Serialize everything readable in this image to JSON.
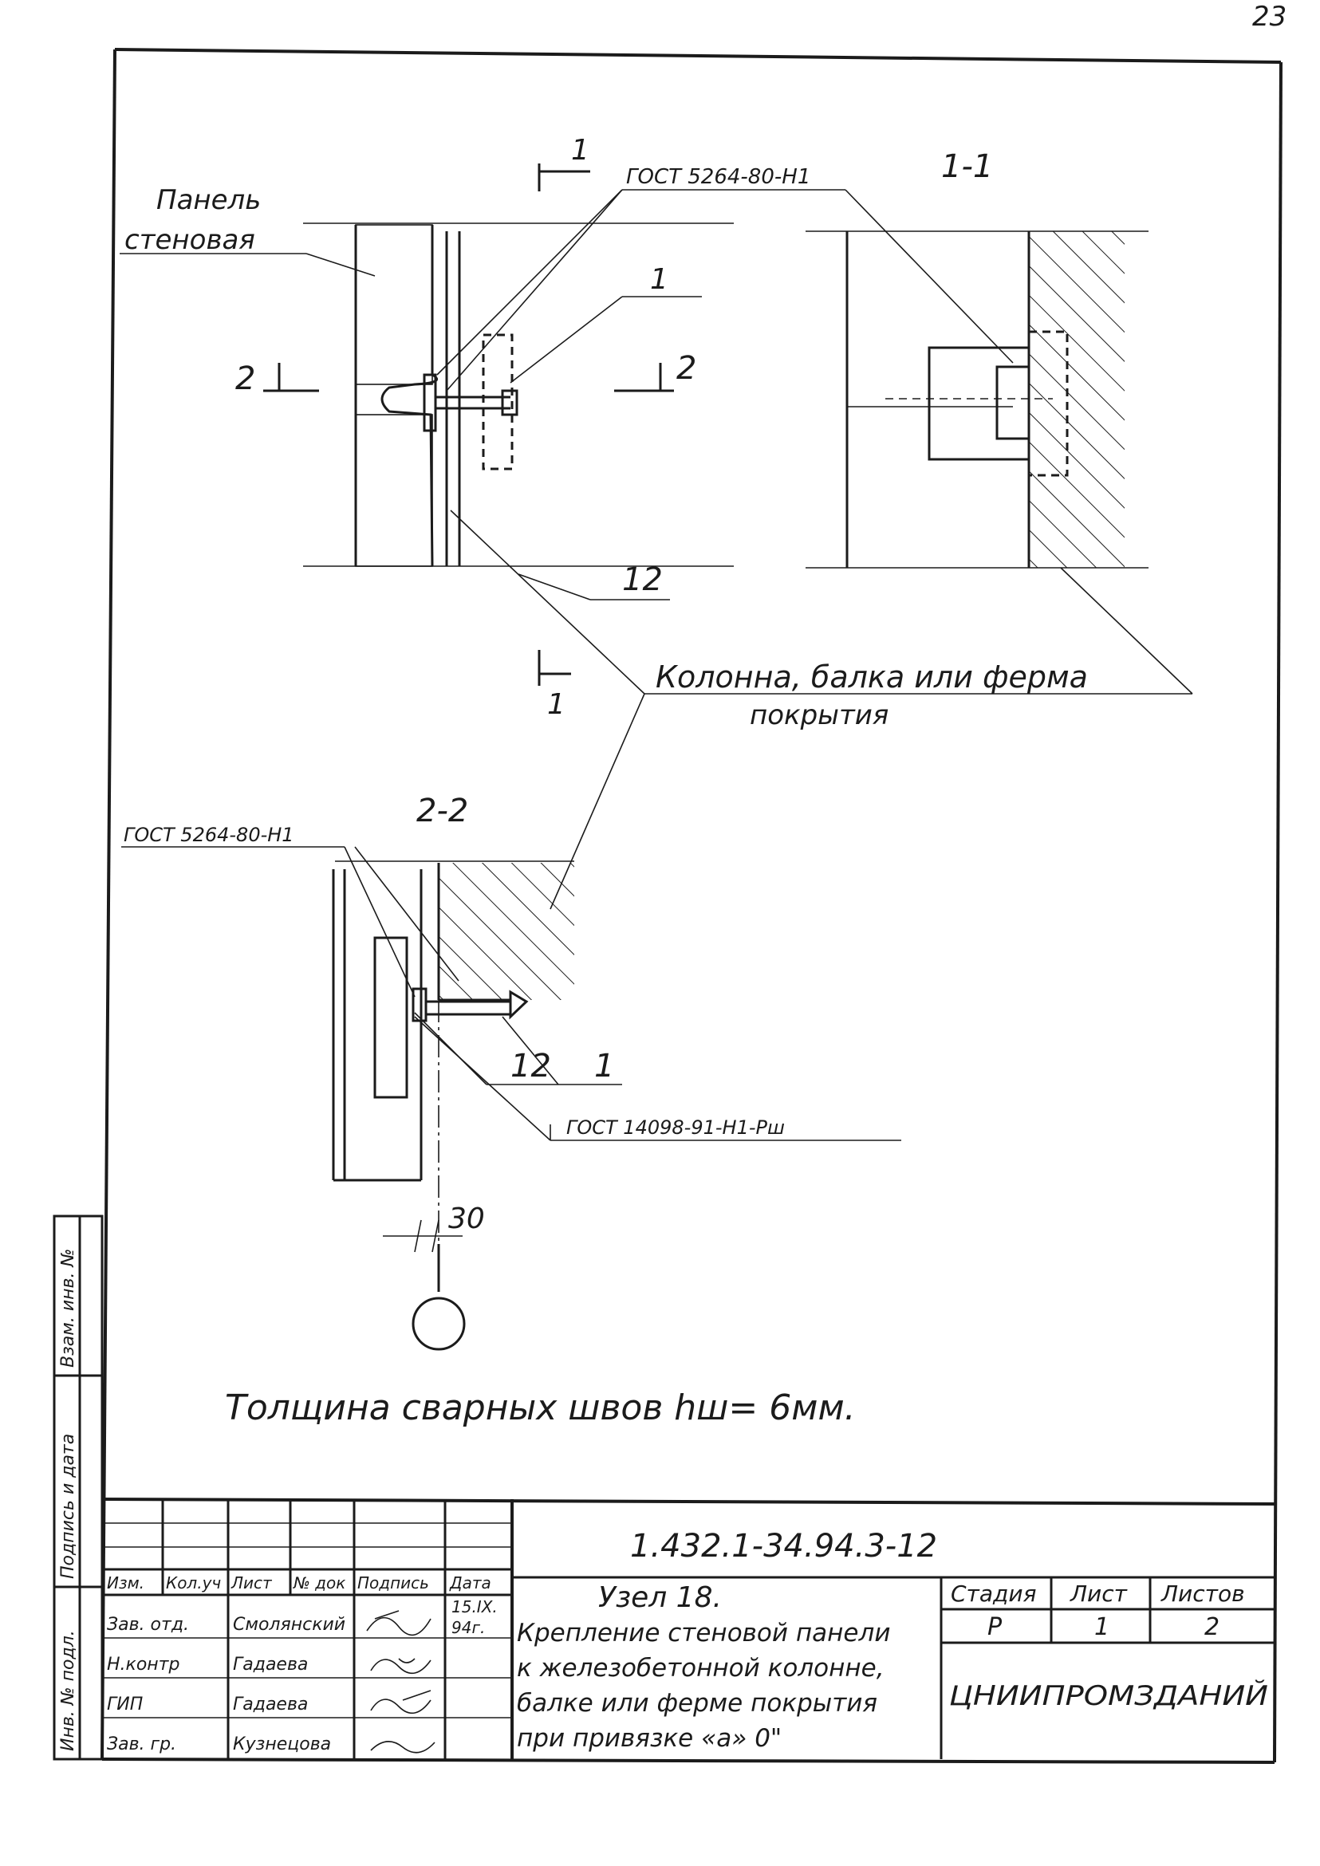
{
  "page_number": "23",
  "labels": {
    "panel_line1": "Панель",
    "panel_line2": "стеновая",
    "section_1_top": "1",
    "section_1_bottom": "1",
    "section_2_left": "2",
    "section_2_right": "2",
    "view_1_1": "1-1",
    "view_2_2": "2-2",
    "gost_top": "ГОСТ 5264-80-Н1",
    "gost_mid": "ГОСТ 5264-80-Н1",
    "gost_bottom": "ГОСТ 14098-91-Н1-Рш",
    "callout_1_top": "1",
    "callout_12_top": "12",
    "callout_12_bottom": "12",
    "callout_1_bottom": "1",
    "column_line1": "Колонна, балка или ферма",
    "column_line2": "покрытия",
    "dimension_30": "30",
    "weld_note": "Толщина сварных швов hш= 6мм."
  },
  "side_stamp": {
    "cell1": "Инв. № подл.",
    "cell2": "Подпись и дата",
    "cell3": "Взам. инв. №"
  },
  "title_block": {
    "doc_code": "1.432.1-34.94.3-12",
    "headers": [
      "Изм.",
      "Кол.уч",
      "Лист",
      "№ док",
      "Подпись",
      "Дата"
    ],
    "date_line1": "15.IX.",
    "date_line2": "94г.",
    "staff": [
      {
        "role": "Зав. отд.",
        "name": "Смолянский"
      },
      {
        "role": "Н.контр",
        "name": "Гадаева"
      },
      {
        "role": "ГИП",
        "name": "Гадаева"
      },
      {
        "role": "Зав. гр.",
        "name": "Кузнецова"
      }
    ],
    "title_line1": "Узел 18.",
    "title_line2": "Крепление стеновой панели",
    "title_line3": "к железобетонной колонне,",
    "title_line4": "балке или ферме покрытия",
    "title_line5": "при привязке «а» 0\"",
    "stage_label": "Стадия",
    "sheet_label": "Лист",
    "sheets_label": "Листов",
    "stage_value": "Р",
    "sheet_value": "1",
    "sheets_value": "2",
    "organization": "ЦНИИПРОМЗДАНИЙ"
  }
}
